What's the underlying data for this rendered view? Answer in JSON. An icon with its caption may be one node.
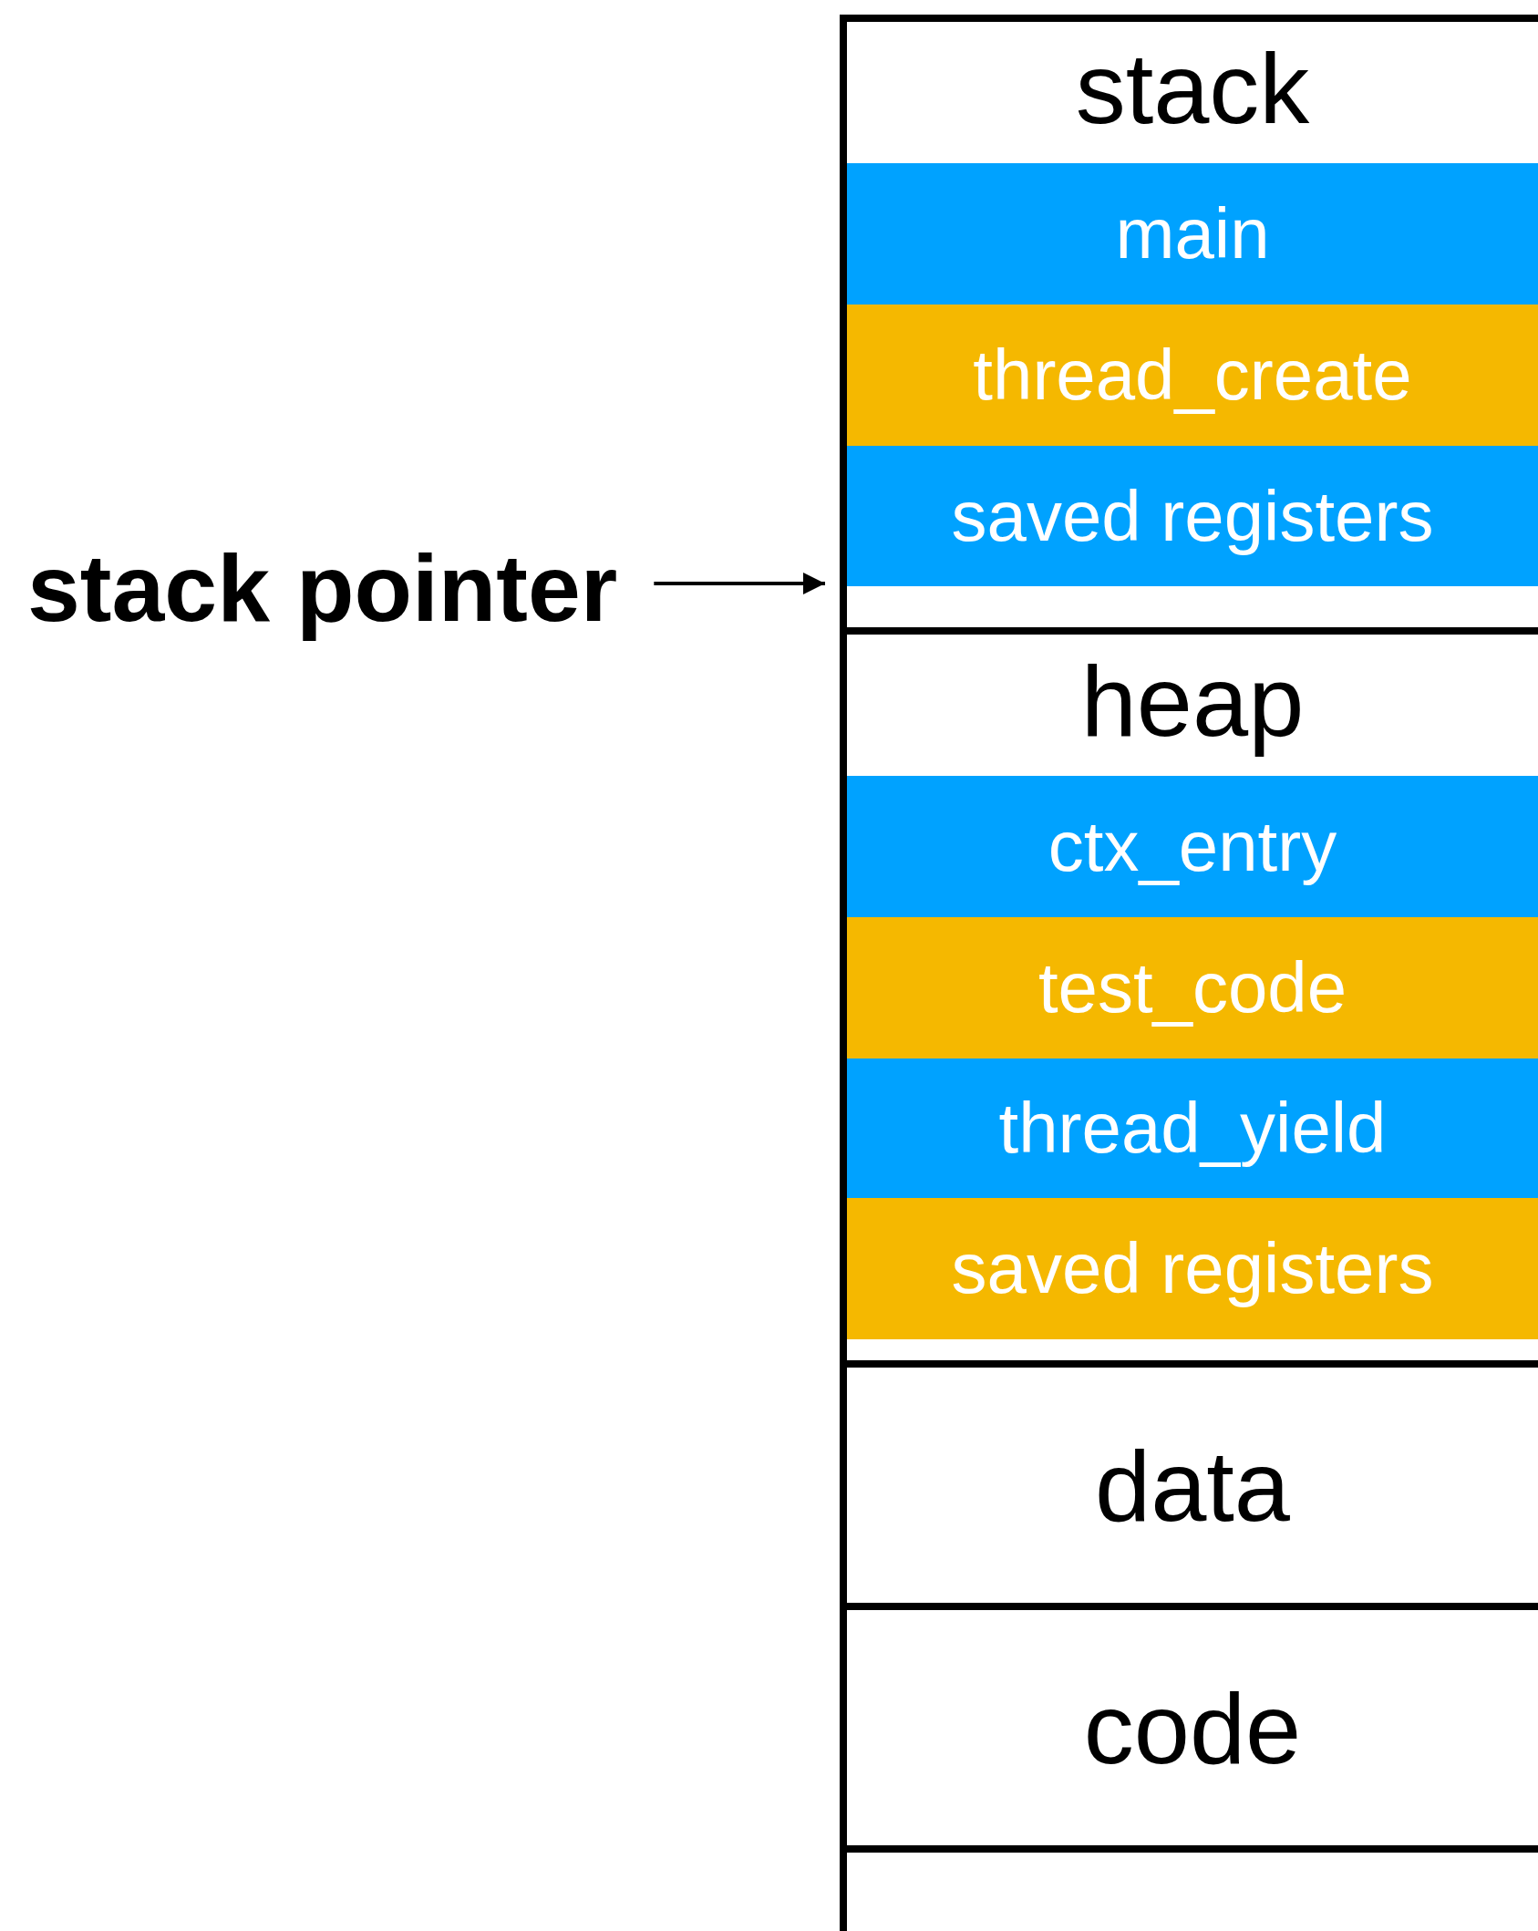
{
  "diagram": {
    "nodes": [
      {
        "text": [
          "stack"
        ]
      },
      {
        "text": [
          "main"
        ],
        "in": 0
      },
      {
        "text": [
          "thread_create"
        ],
        "in": 0
      },
      {
        "text": [
          "saved registers"
        ],
        "in": 0
      },
      {
        "text": [
          "heap"
        ]
      },
      {
        "text": [
          "ctx_entry"
        ],
        "in": 4
      },
      {
        "text": [
          "test_code"
        ],
        "in": 4
      },
      {
        "text": [
          "thread_yield"
        ],
        "in": 4
      },
      {
        "text": [
          "saved registers"
        ],
        "in": 4
      },
      {
        "text": [
          "data"
        ]
      },
      {
        "text": [
          "code"
        ]
      },
      {
        "text": [],
        "shape": "box"
      },
      {
        "text": [
          "stack pointer"
        ]
      }
    ],
    "edges": [
      {
        "from": 12,
        "to": 0,
        "arrow": "to"
      }
    ]
  }
}
